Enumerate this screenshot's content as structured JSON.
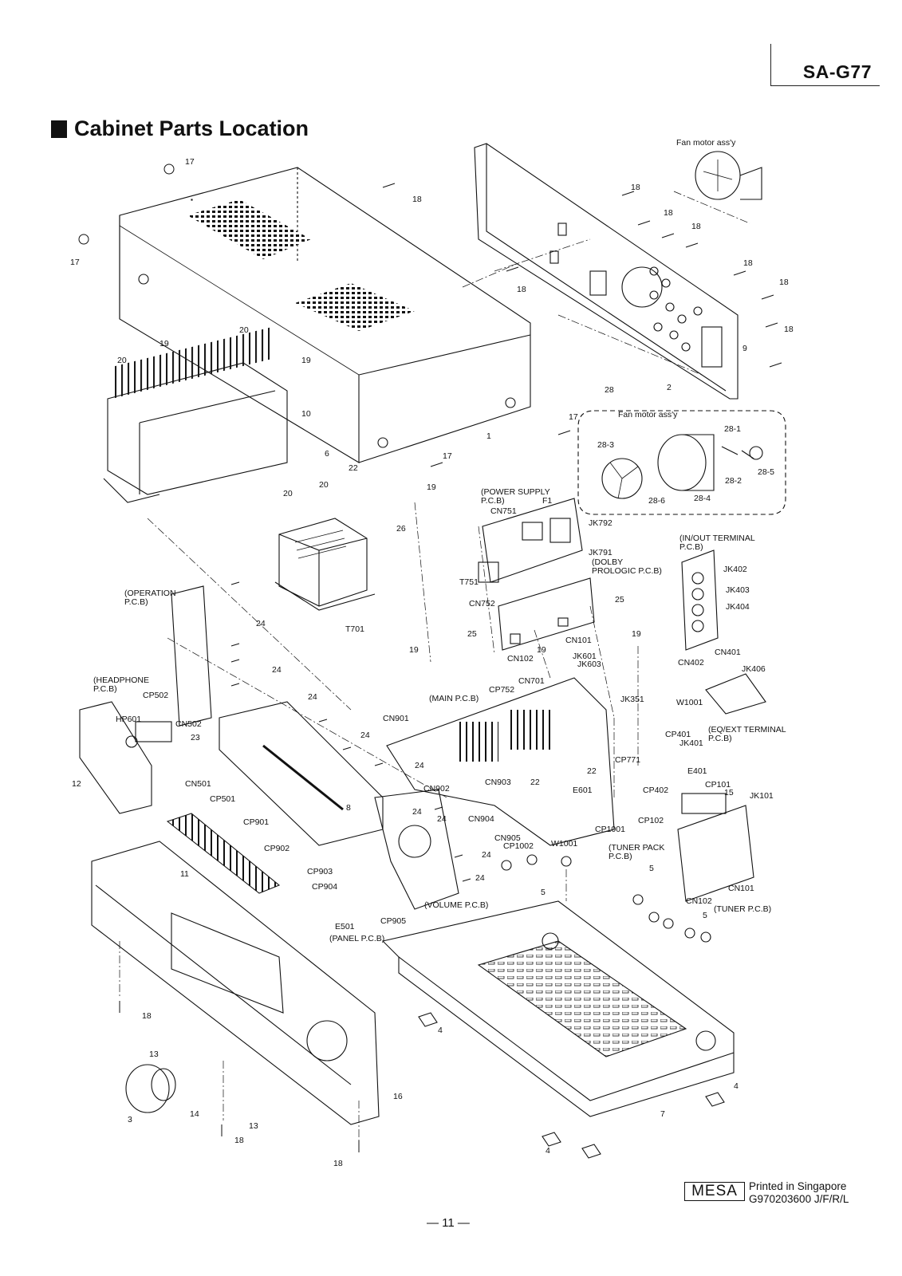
{
  "header": {
    "model": "SA-G77",
    "title": "Cabinet Parts Location"
  },
  "footer": {
    "mesa": "MESA",
    "printed": "Printed in Singapore",
    "code": "G970203600 J/F/R/L",
    "page": "— 11 —"
  },
  "labels": {
    "fan_top": "Fan motor ass'y",
    "fan_detail": "Fan motor ass'y",
    "n1": "1",
    "n2": "2",
    "n4": "4",
    "n5": "5",
    "n6": "6",
    "n7": "7",
    "n8": "8",
    "n9": "9",
    "n10": "10",
    "n11": "11",
    "n12": "12",
    "n13": "13",
    "n14": "14",
    "n15": "15",
    "n16": "16",
    "n17": "17",
    "n18": "18",
    "n19": "19",
    "n20": "20",
    "n22": "22",
    "n23": "23",
    "n24": "24",
    "n25": "25",
    "n26": "26",
    "n28": "28",
    "n3": "3",
    "n28_1": "28-1",
    "n28_2": "28-2",
    "n28_3": "28-3",
    "n28_4": "28-4",
    "n28_5": "28-5",
    "n28_6": "28-6",
    "power_supply_1": "(POWER SUPPLY",
    "power_supply_2": "P.C.B)",
    "f1": "F1",
    "cn751": "CN751",
    "jk792": "JK792",
    "jk791": "JK791",
    "dolby_1": "(DOLBY",
    "dolby_2": "PROLOGIC P.C.B)",
    "t751": "T751",
    "cn752": "CN752",
    "t701": "T701",
    "inout_1": "(IN/OUT TERMINAL",
    "inout_2": "P.C.B)",
    "jk402": "JK402",
    "jk403": "JK403",
    "jk404": "JK404",
    "cn401": "CN401",
    "cn402": "CN402",
    "jk406": "JK406",
    "w1001": "W1001",
    "operation_1": "(OPERATION",
    "operation_2": "P.C.B)",
    "headphone_1": "(HEADPHONE",
    "headphone_2": "P.C.B)",
    "cp502": "CP502",
    "hp601": "HP601",
    "cn502": "CN502",
    "cn501": "CN501",
    "cp501": "CP501",
    "cp901": "CP901",
    "cp902": "CP902",
    "cp903": "CP903",
    "cp904": "CP904",
    "cp905": "CP905",
    "e501": "E501",
    "panel": "(PANEL P.C.B)",
    "volume": "(VOLUME P.C.B)",
    "main": "(MAIN P.C.B)",
    "cp752": "CP752",
    "cn701": "CN701",
    "cn901": "CN901",
    "cn902": "CN902",
    "cn903": "CN903",
    "cn904": "CN904",
    "cn905": "CN905",
    "cp1002": "CP1002",
    "cn101": "CN101",
    "cn102": "CN102",
    "jk601": "JK601",
    "jk603": "JK603",
    "jk351": "JK351",
    "eqext_1": "(EQ/EXT TERMINAL",
    "eqext_2": "P.C.B)",
    "cp401": "CP401",
    "jk401": "JK401",
    "cp771": "CP771",
    "e401": "E401",
    "e601": "E601",
    "cp402": "CP402",
    "cp101": "CP101",
    "jk101": "JK101",
    "cp102": "CP102",
    "cp1001": "CP1001",
    "tunerpack_1": "(TUNER PACK",
    "tunerpack_2": "P.C.B)",
    "tuner": "(TUNER P.C.B)"
  }
}
